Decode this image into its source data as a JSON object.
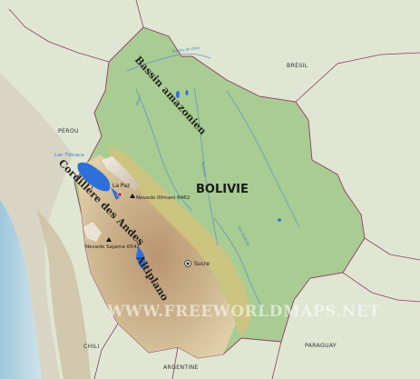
{
  "countries": {
    "bresil": "BRÉSIL",
    "perou": "PÉROU",
    "chili": "CHILI",
    "argentine": "ARGENTINE",
    "paraguay": "PARAGUAY",
    "bolivie": "BOLIVIE"
  },
  "regions": {
    "bassin": "Bassin amazonien",
    "cordillere": "Cordillère des Andes",
    "altiplano": "Altiplano"
  },
  "lakes": {
    "titicaca": "Lac Titicaca"
  },
  "rivers": {
    "madre_de_dios": "Madre de Dios",
    "beni": "Beni",
    "mamore": "Mamoré",
    "rio_grande": "Río Grande"
  },
  "cities": {
    "la_paz": "La Paz",
    "sucre": "Sucre"
  },
  "peaks": {
    "illimani": "Nevado Illimani 6462",
    "sajama": "Nevado Sajama 6542"
  },
  "watermark": "WWW.FREEWORLDMAPS.NET",
  "colors": {
    "lowland": "#a9cc92",
    "outside": "#dfe6d2",
    "ocean": "#bcd9e6",
    "highland": "#c9ae86",
    "water": "#2f6fd9",
    "border": "#8e3b6a"
  }
}
